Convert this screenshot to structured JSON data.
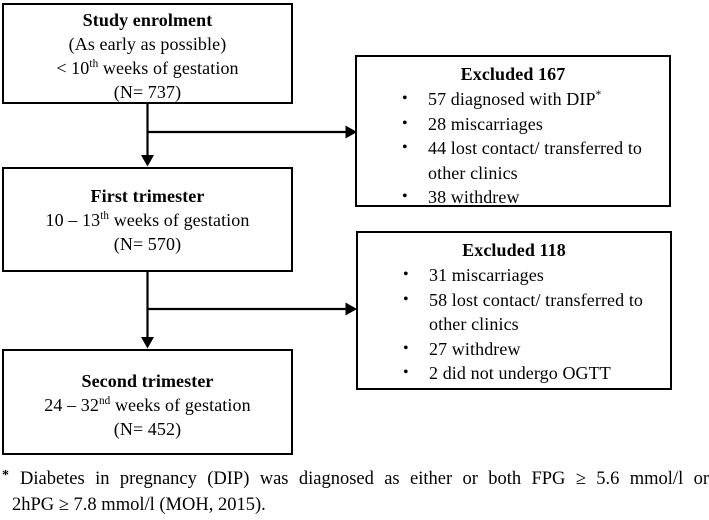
{
  "colors": {
    "ink": "#000000",
    "background": "#ffffff"
  },
  "boxes": {
    "enrolment": {
      "title": "Study enrolment",
      "subtitle": "(As early as possible)",
      "gestation_prefix": "< 10",
      "gestation_sup": "th",
      "gestation_rest": " weeks of gestation",
      "n": "(N= 737)"
    },
    "first_trimester": {
      "title": "First trimester",
      "gestation_prefix": "10 – 13",
      "gestation_sup": "th",
      "gestation_rest": " weeks of gestation",
      "n": "(N= 570)"
    },
    "second_trimester": {
      "title": "Second trimester",
      "gestation_prefix": "24 – 32",
      "gestation_sup": "nd",
      "gestation_rest": " weeks of gestation",
      "n": "(N= 452)"
    },
    "excluded_1": {
      "title": "Excluded 167",
      "bullet": "•",
      "items": [
        {
          "text": "57 diagnosed with DIP",
          "sup": "*"
        },
        {
          "text": "28 miscarriages",
          "sup": ""
        },
        {
          "text": "44 lost contact/ transferred to other clinics",
          "sup": ""
        },
        {
          "text": "38 withdrew",
          "sup": ""
        }
      ]
    },
    "excluded_2": {
      "title": "Excluded 118",
      "bullet": "•",
      "items": [
        {
          "text": "31 miscarriages",
          "sup": ""
        },
        {
          "text": "58 lost contact/ transferred to other clinics",
          "sup": ""
        },
        {
          "text": "27 withdrew",
          "sup": ""
        },
        {
          "text": "2 did not undergo OGTT",
          "sup": ""
        }
      ]
    }
  },
  "footnote": {
    "marker": "*",
    "line1": "Diabetes in pregnancy (DIP) was diagnosed as either or both FPG ≥ 5.6 mmol/l or",
    "line2": "2hPG ≥ 7.8 mmol/l (MOH, 2015)."
  }
}
